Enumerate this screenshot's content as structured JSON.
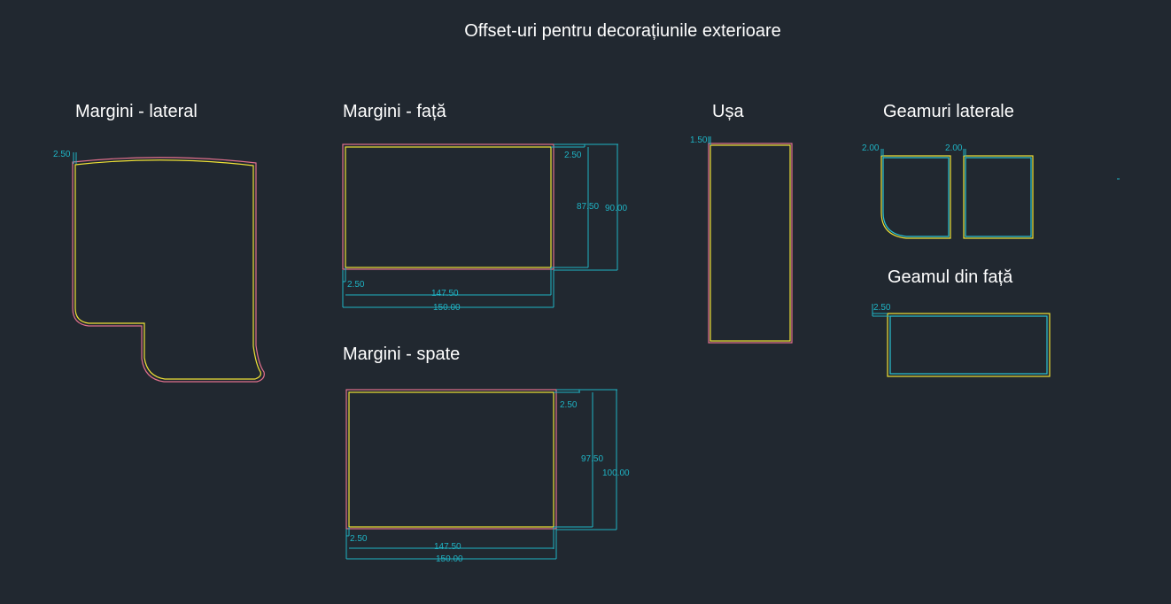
{
  "drawing": {
    "title": "Offset-uri pentru decorațiunile exterioare",
    "colors": {
      "background": "#212830",
      "outer_line": "#e0708c",
      "offset_line": "#f0e236",
      "glass_inner": "#29c3d4",
      "dimension": "#1fb3c4",
      "text": "#ffffff"
    },
    "lateral": {
      "heading": "Margini - lateral",
      "offset": "2.50"
    },
    "front": {
      "heading": "Margini - față",
      "offset_top": "2.50",
      "inner_h": "87.50",
      "outer_h": "90.00",
      "offset_left": "2.50",
      "inner_w": "147.50",
      "outer_w": "150.00"
    },
    "back": {
      "heading": "Margini - spate",
      "offset_top": "2.50",
      "inner_h": "97.50",
      "outer_h": "100.00",
      "offset_left": "2.50",
      "inner_w": "147.50",
      "outer_w": "150.00"
    },
    "door": {
      "heading": "Ușa",
      "offset": "1.50"
    },
    "side_windows": {
      "heading": "Geamuri laterale",
      "offset_left_window": "2.00",
      "offset_right_window": "2.00"
    },
    "front_window": {
      "heading": "Geamul din față",
      "offset": "2.50"
    }
  }
}
